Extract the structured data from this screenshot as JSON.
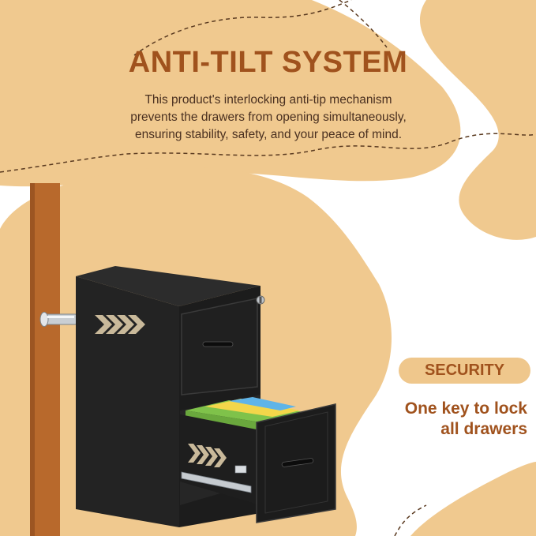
{
  "heading": {
    "title": "ANTI-TILT SYSTEM",
    "description_lines": [
      "This product's interlocking anti-tip mechanism",
      "prevents the drawers from opening simultaneously,",
      "ensuring stability, safety, and your peace of mind."
    ]
  },
  "feature": {
    "badge": "SECURITY",
    "caption_lines": [
      "One key to lock",
      "all drawers"
    ]
  },
  "colors": {
    "brand_brown": "#a0521d",
    "blob_tan": "#efc78c",
    "body_text": "#4a3020",
    "cabinet_black": "#1f1f1f"
  },
  "icons": [
    "chevron-arrows-icon",
    "key-lock-icon"
  ]
}
